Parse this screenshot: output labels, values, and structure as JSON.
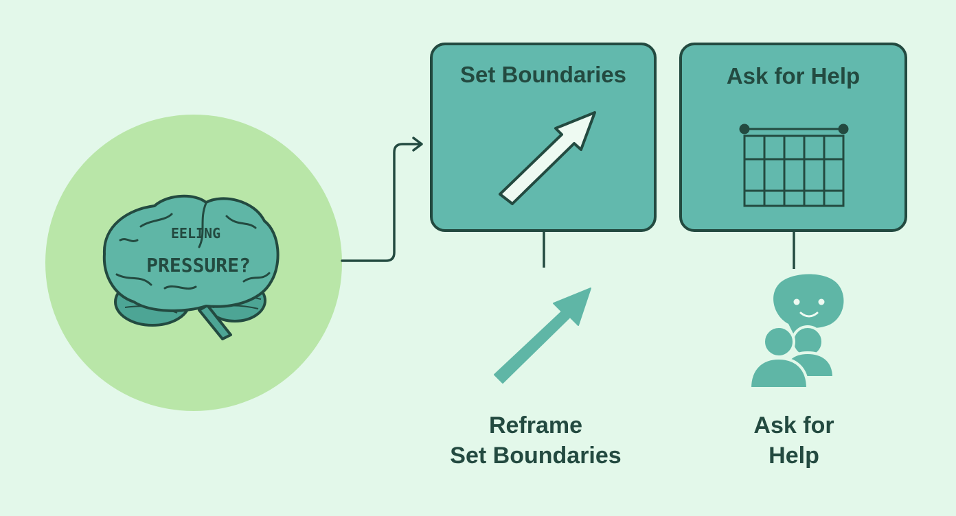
{
  "brain": {
    "line1": "EELING",
    "line2": "PRESSURE?"
  },
  "cards": {
    "set_boundaries_title": "Set Boundaries",
    "ask_for_help_title": "Ask for Help"
  },
  "labels": {
    "reframe_line1": "Reframe",
    "reframe_line2": "Set Boundaries",
    "ask_line1": "Ask for",
    "ask_line2": "Help"
  },
  "colors": {
    "background": "#e3f8ea",
    "circle": "#b9e6a8",
    "teal": "#62b9ad",
    "dark": "#234a40",
    "light": "#eefaf2"
  },
  "icons": {
    "brain": "brain-icon",
    "arrow_in_card": "diagonal-arrow-icon",
    "fence": "fence-icon",
    "arrow_below": "diagonal-arrow-icon",
    "chat_people": "chat-people-icon"
  }
}
